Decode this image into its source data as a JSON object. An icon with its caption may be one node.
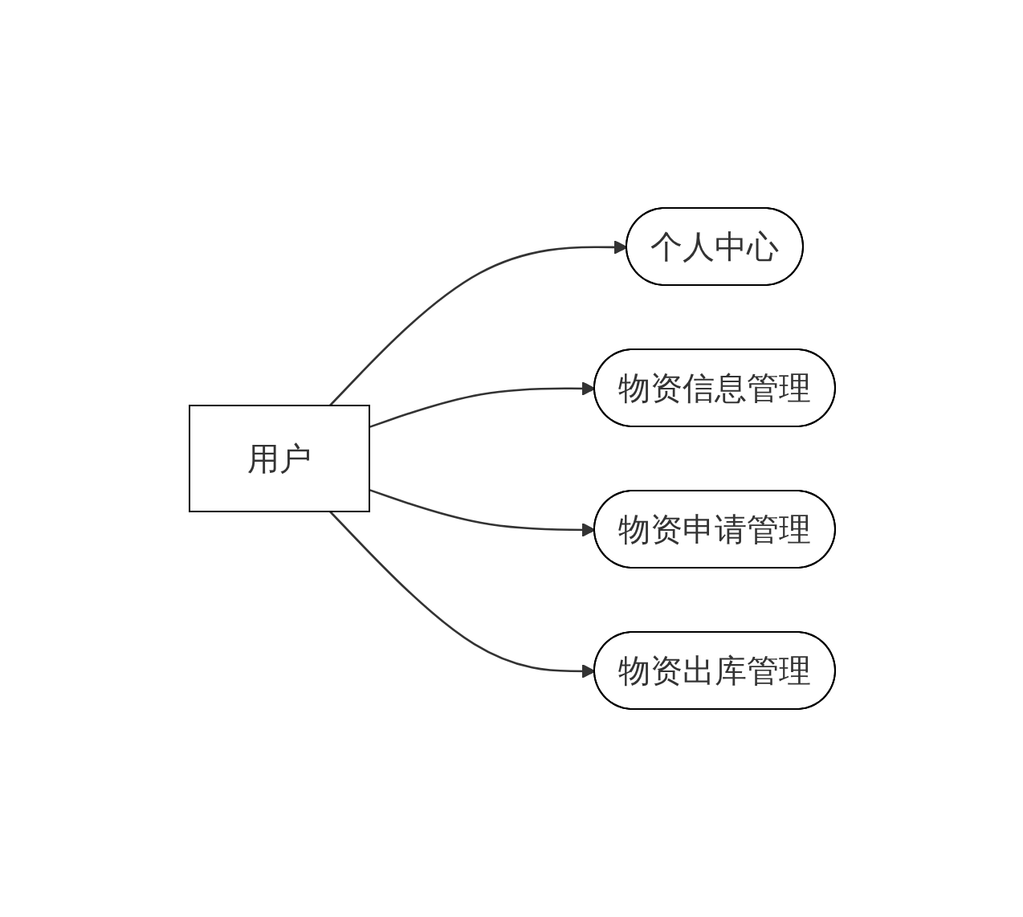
{
  "diagram": {
    "nodes": [
      {
        "text": [
          "用户"
        ]
      },
      {
        "text": [
          "个人中心"
        ]
      },
      {
        "text": [
          "物资信息管理"
        ]
      },
      {
        "text": [
          "物资申请管理"
        ]
      },
      {
        "text": [
          "物资出库管理"
        ]
      }
    ],
    "edges": [
      {
        "from": 0,
        "to": 1,
        "arrow": "to"
      },
      {
        "from": 0,
        "to": 2,
        "arrow": "to"
      },
      {
        "from": 0,
        "to": 3,
        "arrow": "to"
      },
      {
        "from": 0,
        "to": 4,
        "arrow": "to"
      }
    ]
  }
}
